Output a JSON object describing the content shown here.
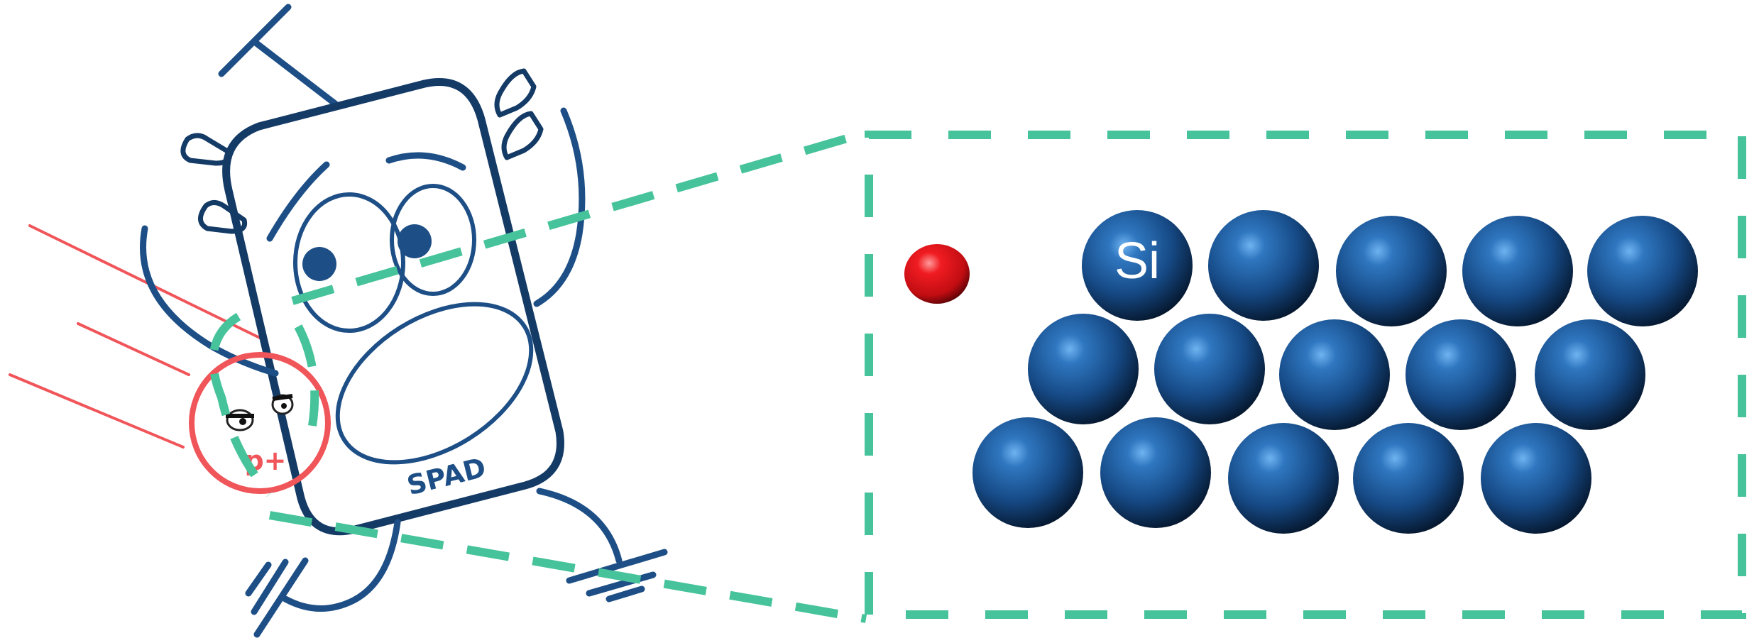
{
  "labels": {
    "spad": "SPAD",
    "p_plus": "p+",
    "si": "Si"
  },
  "colors": {
    "navy": "#1d4f86",
    "dark_navy": "#143a66",
    "zoom_dash": "#46c39a",
    "photon_red": "#f0555a",
    "dopant_red": "#e0161b",
    "atom_blue": "#1f5fa3"
  },
  "atoms": {
    "dopant_count": 1,
    "silicon_count": 15,
    "rows": [
      5,
      5,
      5
    ]
  }
}
